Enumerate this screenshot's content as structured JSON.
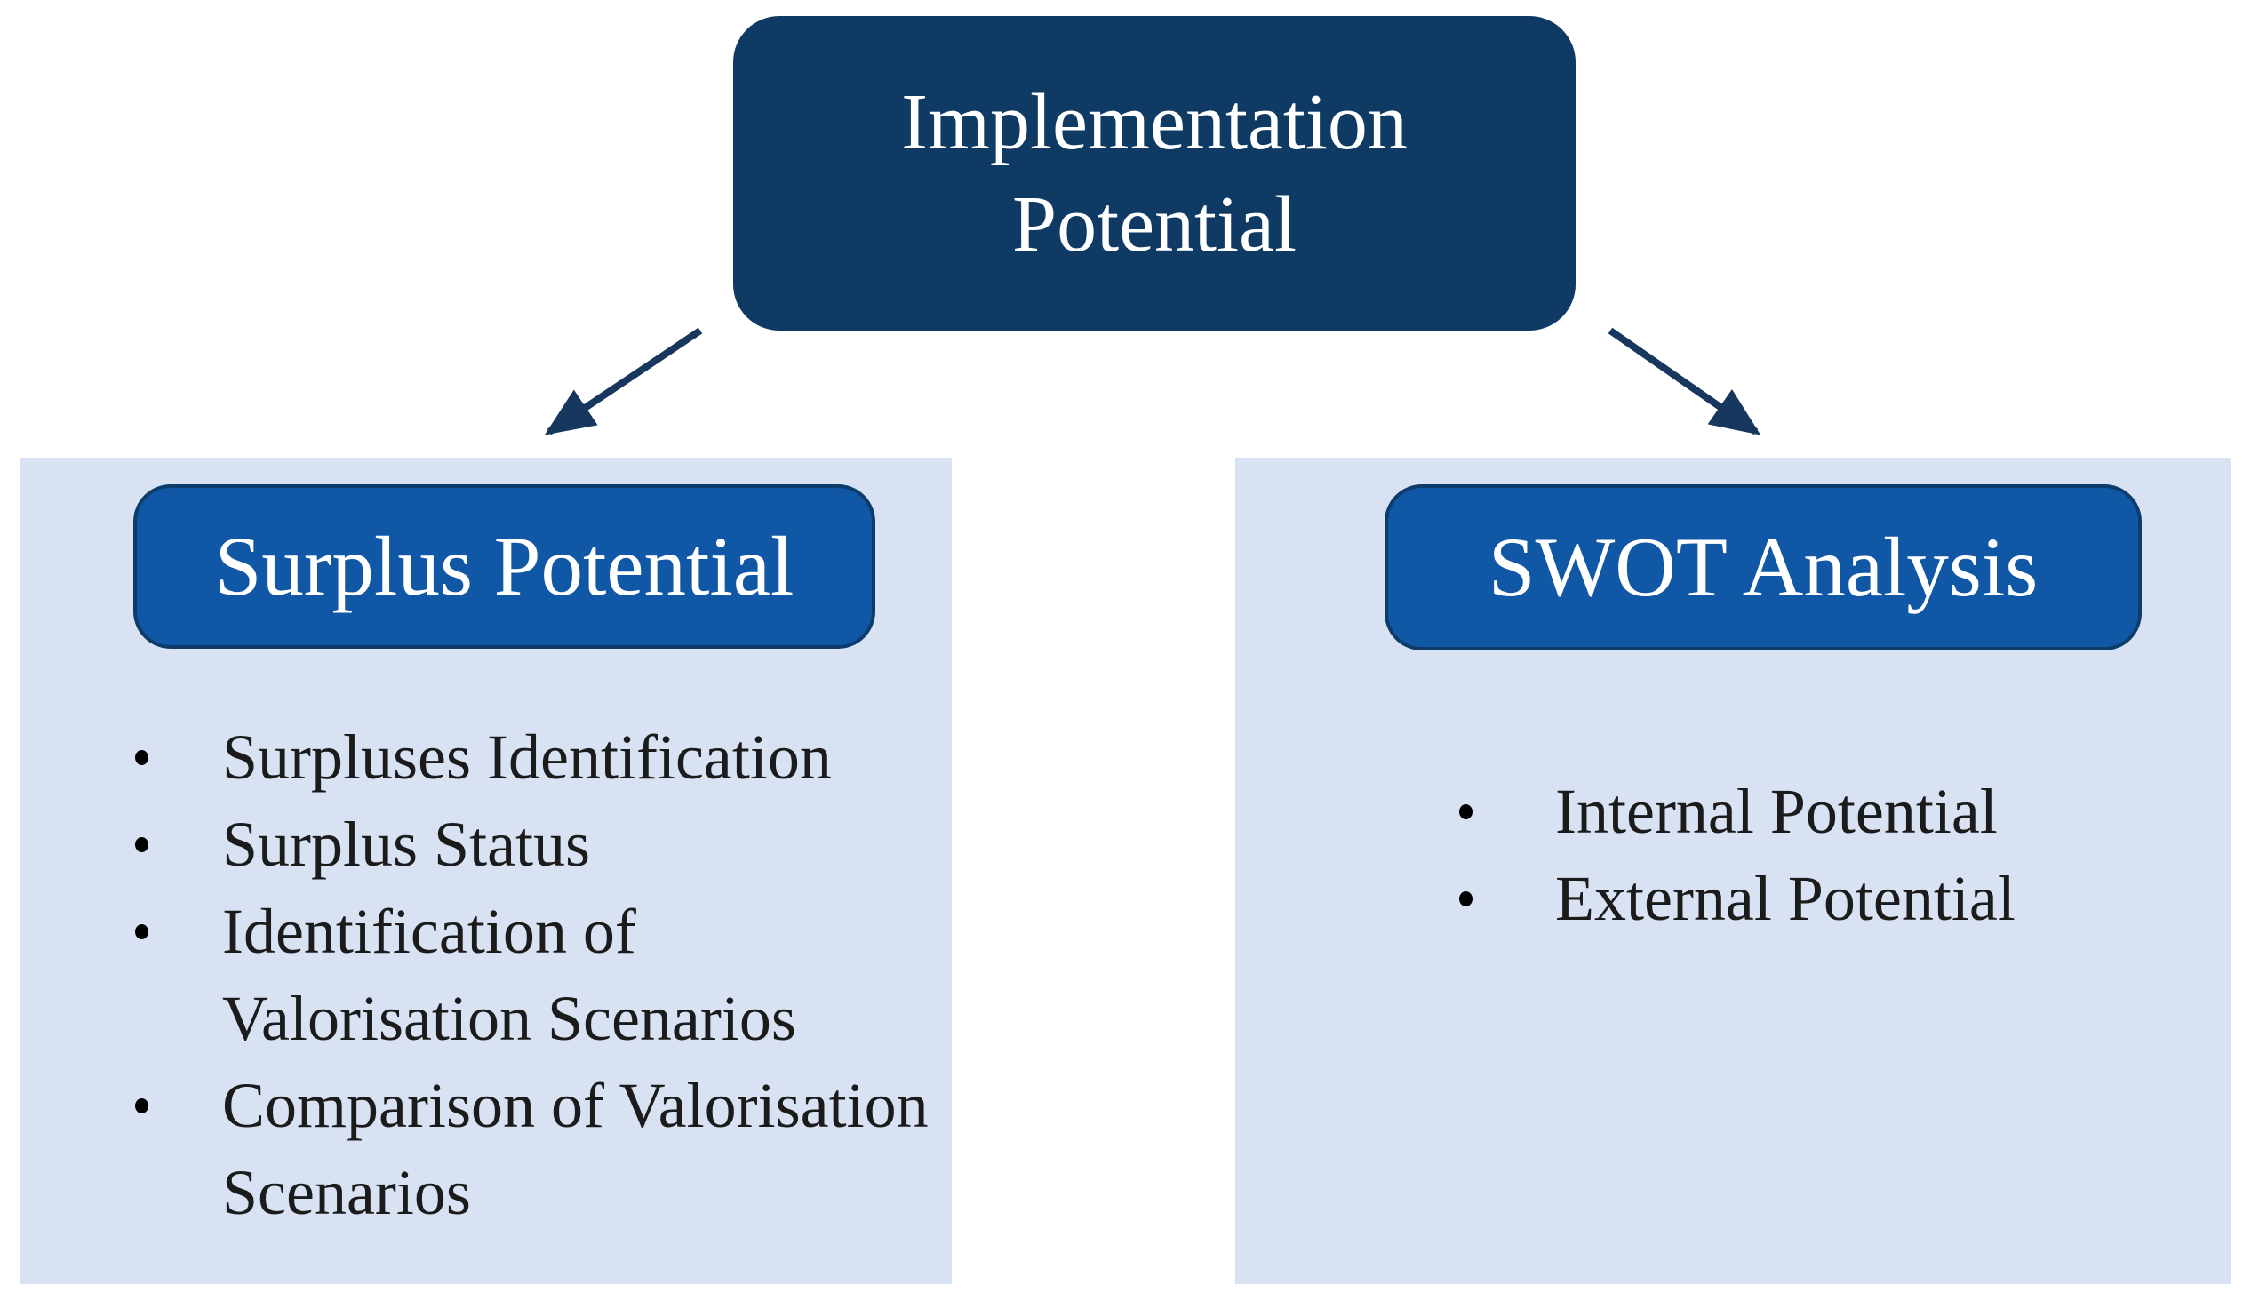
{
  "diagram": {
    "root": {
      "title": "Implementation Potential"
    },
    "branches": [
      {
        "title": "Surplus Potential",
        "items": [
          "Surpluses Identification",
          "Surplus Status",
          "Identification of Valorisation Scenarios",
          "Comparison of Valorisation Scenarios"
        ]
      },
      {
        "title": "SWOT Analysis",
        "items": [
          "Internal Potential",
          "External Potential"
        ]
      }
    ],
    "colors": {
      "root_fill": "#0e3a63",
      "node_fill": "#1058a5",
      "node_border": "#0d3c6b",
      "panel_fill": "#d9e2f3",
      "arrow": "#17375e",
      "text_on_blue": "#ffffff",
      "bullet_text": "#1b1b1b"
    }
  }
}
